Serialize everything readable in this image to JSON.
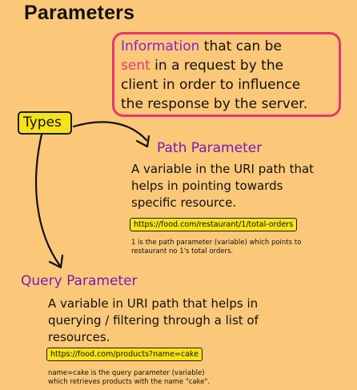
{
  "title": "Parameters",
  "definition": {
    "w1": "Information",
    "w2": " that can be",
    "w3": "sent",
    "w4": " in a request by the",
    "line3": "client in order to influence",
    "line4": "the response by the server."
  },
  "types_label": "Types",
  "path_parameter": {
    "title": "Path Parameter",
    "description_lines": [
      "A variable in the URI path that",
      "helps in pointing towards",
      "specific resource."
    ],
    "example_url": "https://food.com/restaurant/1/total-orders",
    "note_lines": [
      "1 is the path parameter (variable) which points to",
      "restaurant no 1's total orders."
    ]
  },
  "query_parameter": {
    "title": "Query Parameter",
    "description_lines": [
      "A variable in URI path that helps in",
      "querying / filtering through a list of",
      "resources."
    ],
    "example_url": "https://food.com/products?name=cake",
    "note_lines": [
      "name=cake is the query parameter (variable)",
      "which retrieves products with the name \"cake\"."
    ]
  },
  "colors": {
    "background": "#fbc87a",
    "accent_border": "#e8356d",
    "highlight": "#f7e21a",
    "title_purple": "#6d21b6"
  }
}
